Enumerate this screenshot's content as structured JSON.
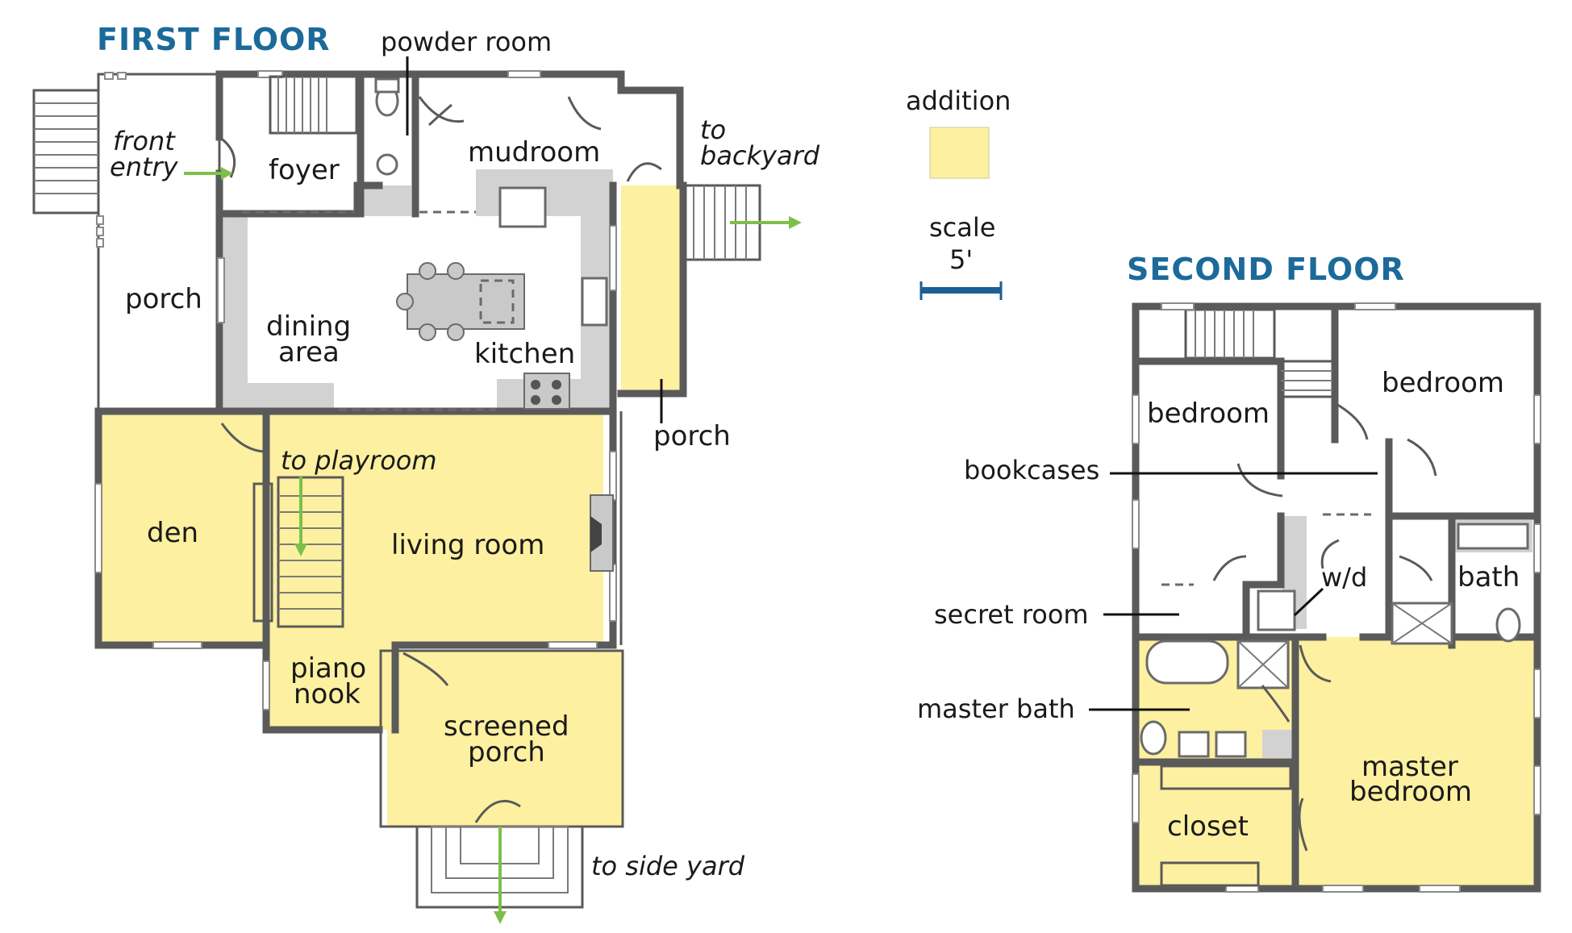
{
  "titles": {
    "first_floor": "FIRST FLOOR",
    "second_floor": "SECOND FLOOR"
  },
  "legend": {
    "addition_label": "addition",
    "scale_label": "scale",
    "scale_value": "5'",
    "addition_color": "#fdf0a0",
    "title_color": "#1b6a9a",
    "scale_bar_color": "#1b5f93"
  },
  "first_floor": {
    "powder_room": "powder room",
    "front_entry_1": "front",
    "front_entry_2": "entry",
    "foyer": "foyer",
    "mudroom": "mudroom",
    "to_backyard_1": "to",
    "to_backyard_2": "backyard",
    "porch_left": "porch",
    "dining_1": "dining",
    "dining_2": "area",
    "kitchen": "kitchen",
    "porch_right": "porch",
    "to_playroom": "to playroom",
    "den": "den",
    "living_room": "living room",
    "piano_1": "piano",
    "piano_2": "nook",
    "screened_1": "screened",
    "screened_2": "porch",
    "to_side_yard": "to side yard"
  },
  "second_floor": {
    "bedroom_left": "bedroom",
    "bedroom_right": "bedroom",
    "bookcases": "bookcases",
    "wd": "w/d",
    "bath": "bath",
    "secret_room": "secret room",
    "master_bath": "master bath",
    "master_1": "master",
    "master_2": "bedroom",
    "closet": "closet"
  }
}
